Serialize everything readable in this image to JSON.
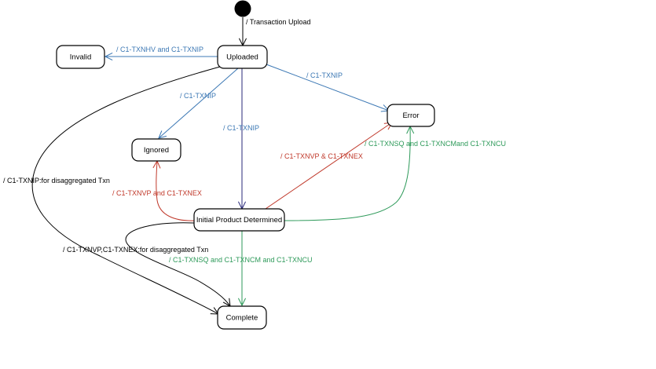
{
  "diagram": {
    "initial_label": "/ Transaction Upload",
    "states": {
      "invalid": "Invalid",
      "uploaded": "Uploaded",
      "error": "Error",
      "ignored": "Ignored",
      "initial_product": "Initial Product Determined",
      "complete": "Complete"
    },
    "transitions": {
      "uploaded_to_invalid": "/ C1-TXNHV and C1-TXNIP",
      "uploaded_to_error": "/ C1-TXNIP",
      "uploaded_to_ignored": "/  C1-TXNIP",
      "uploaded_to_initial": "/ C1-TXNIP",
      "uploaded_to_complete": "/ C1-TXNIP:for disaggregated Txn",
      "initial_to_error": "/  C1-TXNVP & C1-TXNEX",
      "initial_to_ignored": "/ C1-TXNVP and C1-TXNEX",
      "initial_to_error_green": "/ C1-TXNSQ and C1-TXNCMand C1-TXNCU",
      "initial_to_complete_loop": "/ C1-TXNVP,C1-TXNEX:for disaggregated Txn",
      "initial_to_complete": "/ C1-TXNSQ and C1-TXNCM and C1-TXNCU"
    },
    "colors": {
      "blue": "#3c78b4",
      "navy": "#2a2a7a",
      "red": "#c0392b",
      "green": "#2e9a5a",
      "black": "#000000"
    }
  }
}
